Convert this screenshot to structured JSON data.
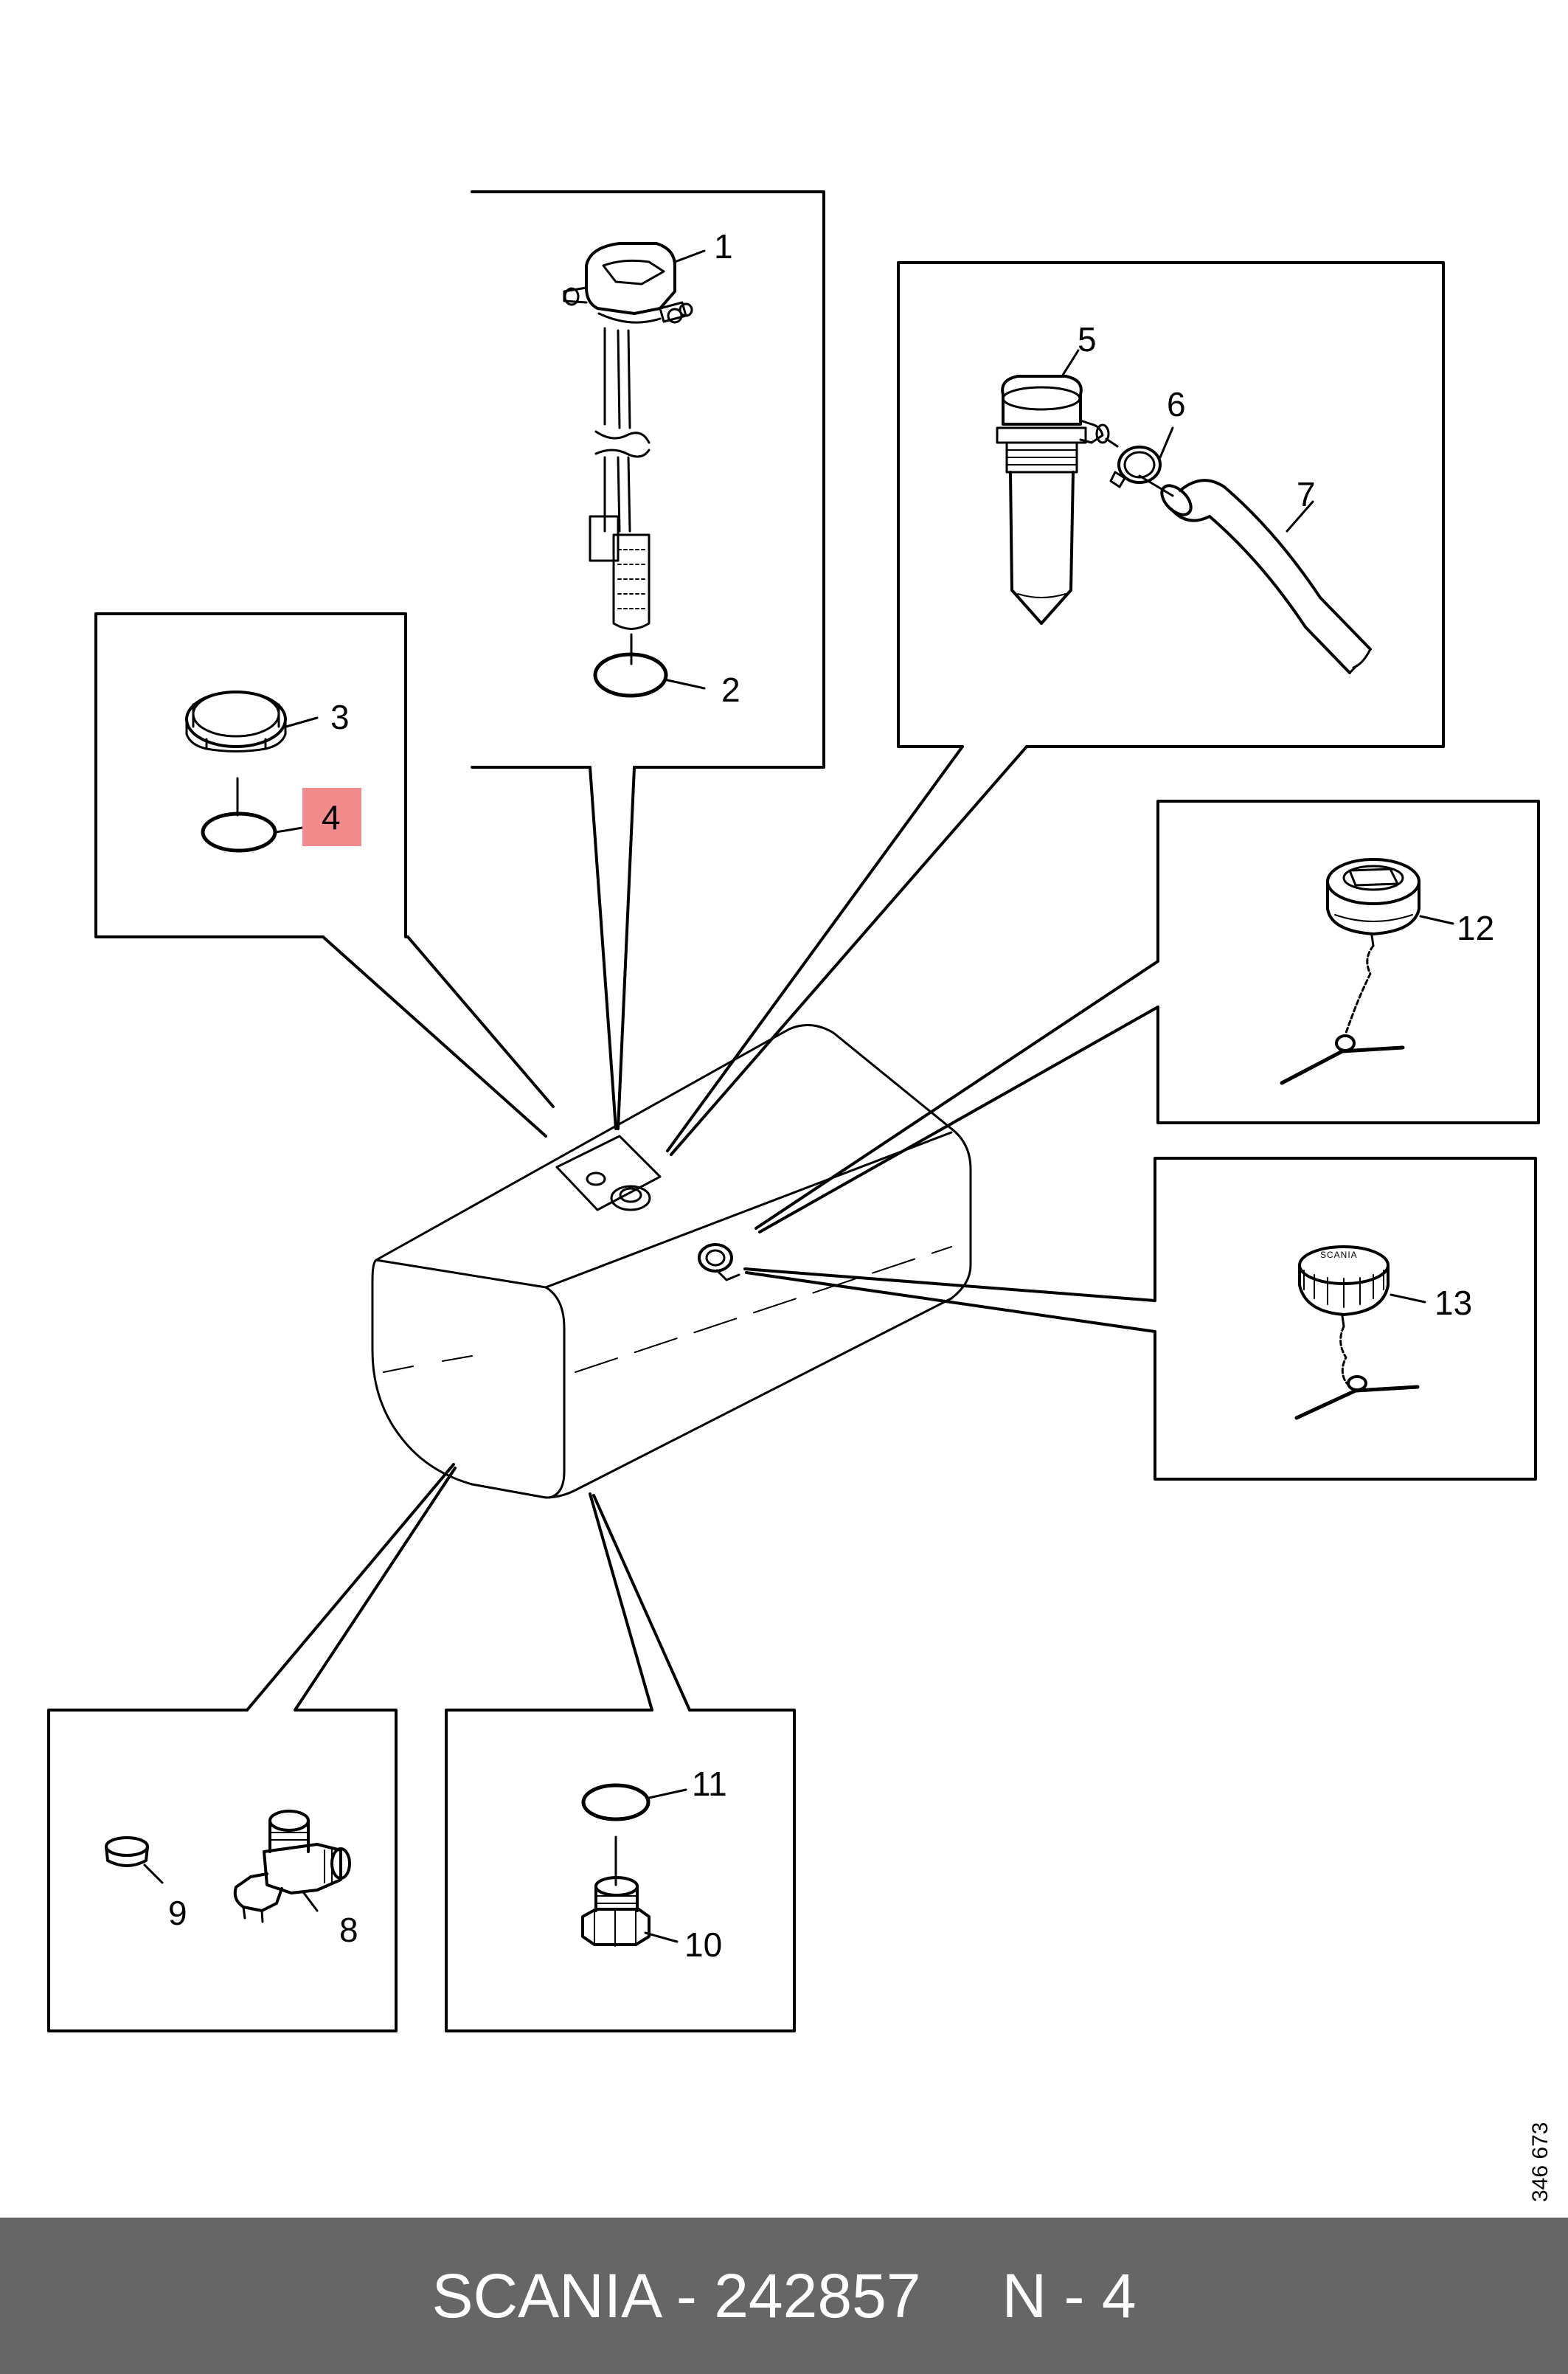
{
  "diagram": {
    "callouts": [
      {
        "number": "1",
        "highlighted": false
      },
      {
        "number": "2",
        "highlighted": false
      },
      {
        "number": "3",
        "highlighted": false
      },
      {
        "number": "4",
        "highlighted": true,
        "highlight_color": "#f28c8c"
      },
      {
        "number": "5",
        "highlighted": false
      },
      {
        "number": "6",
        "highlighted": false
      },
      {
        "number": "7",
        "highlighted": false
      },
      {
        "number": "8",
        "highlighted": false
      },
      {
        "number": "9",
        "highlighted": false
      },
      {
        "number": "10",
        "highlighted": false
      },
      {
        "number": "11",
        "highlighted": false
      },
      {
        "number": "12",
        "highlighted": false
      },
      {
        "number": "13",
        "highlighted": false
      }
    ],
    "reference_code": "346 673",
    "cap_brand_text": "SCANIA"
  },
  "footer": {
    "brand": "SCANIA",
    "separator": "-",
    "part_number": "242857",
    "position_label": "N - 4",
    "background_color": "#666666",
    "text_color": "#ffffff"
  }
}
